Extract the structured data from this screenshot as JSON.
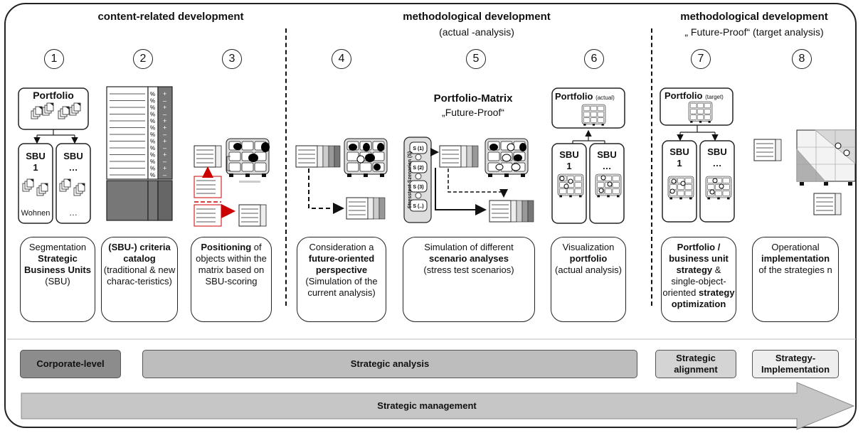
{
  "sections": {
    "content": {
      "title": "content-related development",
      "subtitle": ""
    },
    "actual": {
      "title": "methodological development",
      "subtitle": "(actual -analysis)"
    },
    "target": {
      "title": "methodological development",
      "subtitle": "„ Future-Proof“ (target analysis)"
    }
  },
  "steps": [
    "1",
    "2",
    "3",
    "4",
    "5",
    "6",
    "7",
    "8"
  ],
  "step1": {
    "portfolio": "Portfolio",
    "sbu1_title": "SBU",
    "sbu1_num": "1",
    "sbu2_title": "SBU",
    "sbu2_num": "…",
    "wohnen": "Wohnen",
    "ellipsis": "…"
  },
  "step5": {
    "matrix_title": "Portfolio-Matrix",
    "matrix_sub": "„Future-Proof“",
    "scenario_label": "Stresstest-Szenarien (S)",
    "scenarios": [
      "S (1)",
      "S (2)",
      "S (3)",
      "S (..)"
    ]
  },
  "step6": {
    "portfolio": "Portfolio",
    "portfolio_note": "(actual)",
    "sbu1_title": "SBU",
    "sbu1_num": "1",
    "sbu2_title": "SBU",
    "sbu2_num": "…"
  },
  "step7": {
    "portfolio": "Portfolio",
    "portfolio_note": "(target)",
    "sbu1_title": "SBU",
    "sbu1_num": "1",
    "sbu2_title": "SBU",
    "sbu2_num": "…"
  },
  "desc": {
    "d1": {
      "a": "Segmentation",
      "b": "Strategic Business Units",
      "c": "(SBU)"
    },
    "d2": {
      "b": "(SBU-) criteria",
      "b2": "catalog",
      "c": "(traditional & new charac-teristics)"
    },
    "d3": {
      "b": "Positioning",
      "c": " of objects within the matrix based on SBU-scoring"
    },
    "d4": {
      "a": "Consideration a",
      "b": "future-oriented perspective",
      "c": "(Simulation of the current analysis)"
    },
    "d5": {
      "a": "Simulation of different",
      "b": "scenario analyses",
      "c": "(stress test scenarios)"
    },
    "d6": {
      "a": "Visualization",
      "b": "portfolio",
      "c": "(actual analysis)"
    },
    "d7": {
      "b": "Portfolio / business unit strategy",
      "c": " & single-object-oriented ",
      "d": "strategy optimization"
    },
    "d8": {
      "a": "Operational",
      "b": "implementation",
      "c": "of the strategies n"
    }
  },
  "bars": {
    "corporate": "Corporate-level",
    "analysis": "Strategic analysis",
    "alignment": "Strategic alignment",
    "implementation": "Strategy-Implementation",
    "management": "Strategic management"
  },
  "colors": {
    "dark": "#8c8c8c",
    "mid": "#bdbdbd",
    "light": "#d4d4d4",
    "lighter": "#eeeeee"
  }
}
